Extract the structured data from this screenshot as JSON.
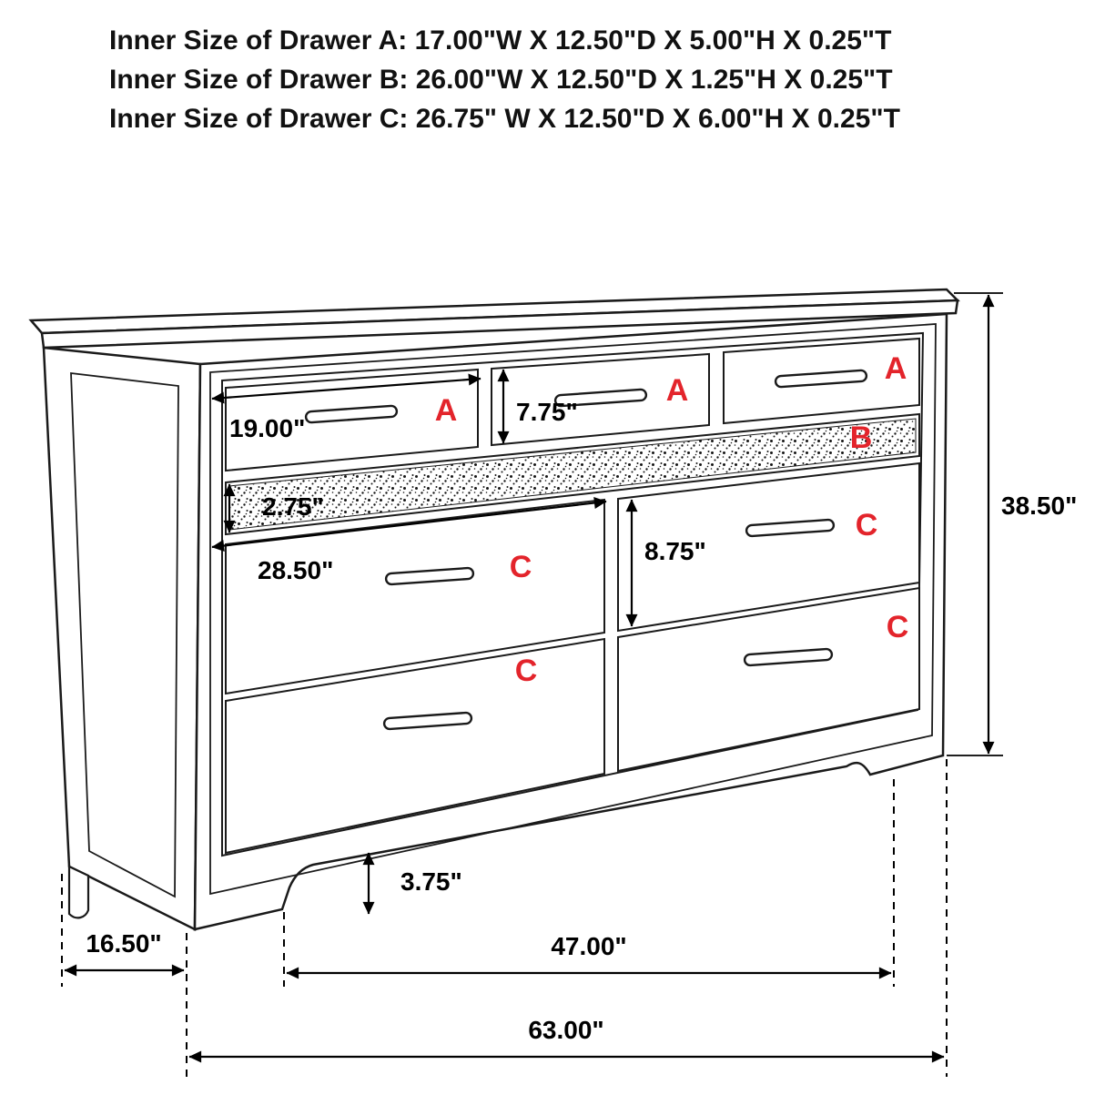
{
  "header": {
    "lines": [
      "Inner Size of Drawer A: 17.00\"W X 12.50\"D X 5.00\"H X 0.25\"T",
      "Inner Size of Drawer B: 26.00\"W X 12.50\"D X 1.25\"H X 0.25\"T",
      "Inner Size of Drawer C: 26.75\" W X 12.50\"D X 6.00\"H X 0.25\"T"
    ]
  },
  "drawer_labels": {
    "a": "A",
    "b": "B",
    "c": "C"
  },
  "dimensions": {
    "drawer_a_width": "19.00\"",
    "drawer_a_height": "7.75\"",
    "drawer_b_height": "2.75\"",
    "drawer_c_width": "28.50\"",
    "drawer_c_height": "8.75\"",
    "overall_height": "38.50\"",
    "base_clearance": "3.75\"",
    "depth": "16.50\"",
    "foot_span": "47.00\"",
    "overall_width": "63.00\""
  },
  "colors": {
    "accent_red": "#e3242b",
    "line": "#1a1a1a",
    "background": "#ffffff"
  }
}
